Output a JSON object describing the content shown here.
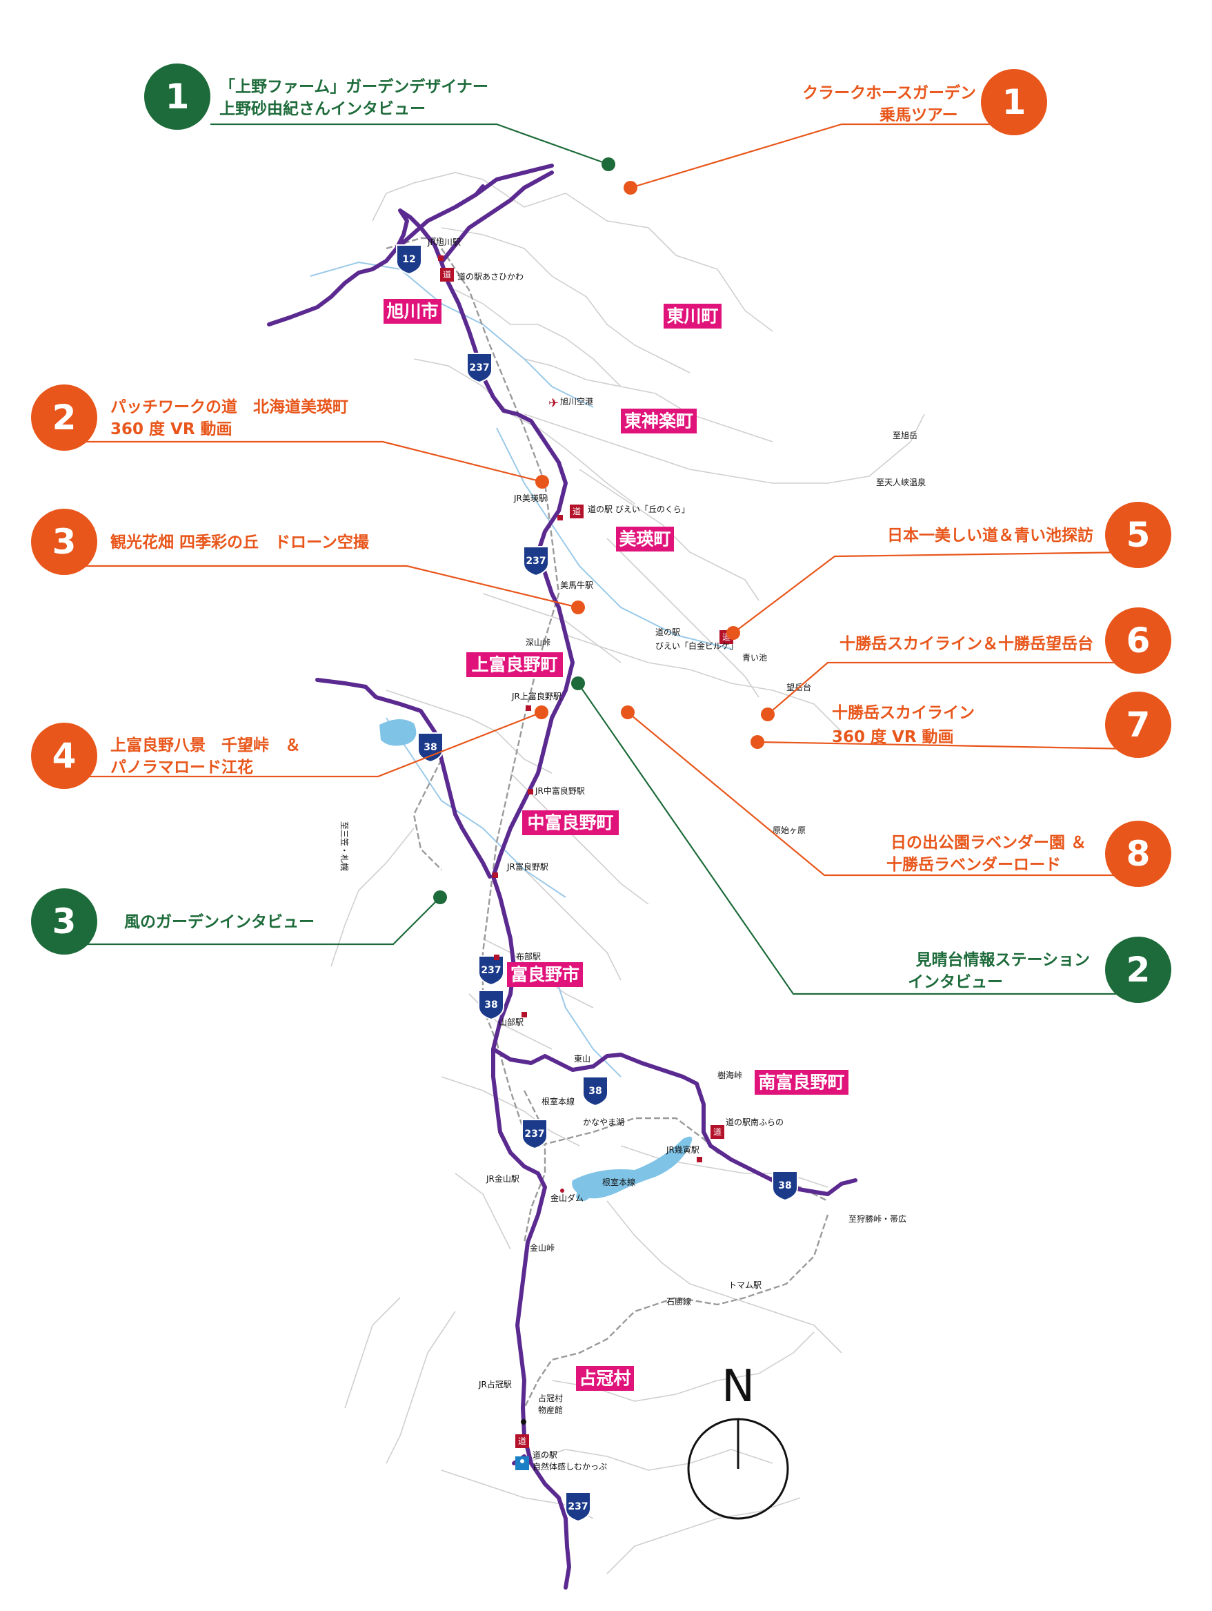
{
  "colors": {
    "green": "#1d6b3a",
    "orange": "#e8561b",
    "magenta": "#e0137b",
    "route": "#5b2a90",
    "shield": "#1b3a8a",
    "station": "#b3122a",
    "lake": "#7fc3e6",
    "rail": "#9a9a9a",
    "road": "#cfcfcf"
  },
  "callouts": {
    "g1": {
      "num": "1",
      "line1": "「上野ファーム」ガーデンデザイナー",
      "line2": "上野砂由紀さんインタビュー"
    },
    "o1": {
      "num": "1",
      "line1": "クラークホースガーデン",
      "line2": "乗馬ツアー"
    },
    "o2": {
      "num": "2",
      "line1": "パッチワークの道　北海道美瑛町",
      "line2": "360 度 VR 動画"
    },
    "o3": {
      "num": "3",
      "line1": "観光花畑 四季彩の丘　ドローン空撮"
    },
    "o5": {
      "num": "5",
      "line1": "日本一美しい道＆青い池探訪"
    },
    "o6": {
      "num": "6",
      "line1": "十勝岳スカイライン＆十勝岳望岳台"
    },
    "o7": {
      "num": "7",
      "line1": "十勝岳スカイライン",
      "line2": "360 度 VR 動画"
    },
    "o4": {
      "num": "4",
      "line1": "上富良野八景　千望峠　＆",
      "line2": "パノラマロード江花"
    },
    "o8": {
      "num": "8",
      "line1": "日の出公園ラベンダー園 ＆",
      "line2": "十勝岳ラベンダーロード"
    },
    "g3": {
      "num": "3",
      "line1": "風のガーデンインタビュー"
    },
    "g2": {
      "num": "2",
      "line1": "見晴台情報ステーション",
      "line2": "インタビュー"
    }
  },
  "towns": {
    "asahikawa": "旭川市",
    "higashikawa": "東川町",
    "higashikagura": "東神楽町",
    "biei": "美瑛町",
    "kamifurano": "上富良野町",
    "nakafurano": "中富良野町",
    "furano": "富良野市",
    "minamifurano": "南富良野町",
    "shimukappu": "占冠村"
  },
  "places": {
    "jr_asahikawa": "JR旭川駅",
    "michi_asahikawa": "道の駅あさひかわ",
    "asahikawa_airport": "旭川空港",
    "to_asahidake": "至旭岳",
    "to_tenninkyo": "至天人峡温泉",
    "jr_biei": "JR美瑛駅",
    "michi_biei": "道の駅 びえい「丘のくら」",
    "bibaushi": "美馬牛駅",
    "fukayama": "深山峠",
    "michi_shirogane_1": "道の駅",
    "michi_shirogane_2": "びえい「白金ビルケ」",
    "aoiike": "青い池",
    "bogakudai": "望岳台",
    "jr_kamifurano": "JR上富良野駅",
    "jr_nakafurano": "JR中富良野駅",
    "genshigahara": "原始ヶ原",
    "to_mikasa": "至三笠・札幌",
    "jr_furano": "JR富良野駅",
    "nunobe": "布部駅",
    "yamabe": "山部駅",
    "higashiyama": "東山",
    "jukaitoge": "樹海峠",
    "nemuro_line_1": "根室本線",
    "kanayama_lake": "かなやま湖",
    "michi_minamifurano": "道の駅南ふらの",
    "jr_ikutora": "JR幾寅駅",
    "jr_kaneyama": "JR金山駅",
    "nemuro_line_2": "根室本線",
    "kaneyama_dam": "金山ダム",
    "to_karikachi": "至狩勝峠・帯広",
    "kaneyama_toge": "金山峠",
    "tomamu": "トマム駅",
    "sekisho_line": "石勝線",
    "jr_shimukappu": "JR占冠駅",
    "shimukappu_bussan_1": "占冠村",
    "shimukappu_bussan_2": "物産館",
    "michi_shimukappu_1": "道の駅",
    "michi_shimukappu_2": "自然体感しむかっぷ"
  },
  "routes": {
    "r12": "12",
    "r237": "237",
    "r38": "38"
  },
  "compass": {
    "label": "N"
  },
  "icons": {
    "roadside_station": "roadside-station-icon",
    "airport": "airplane-icon",
    "compass": "compass-icon",
    "route_shield": "route-shield-icon"
  }
}
